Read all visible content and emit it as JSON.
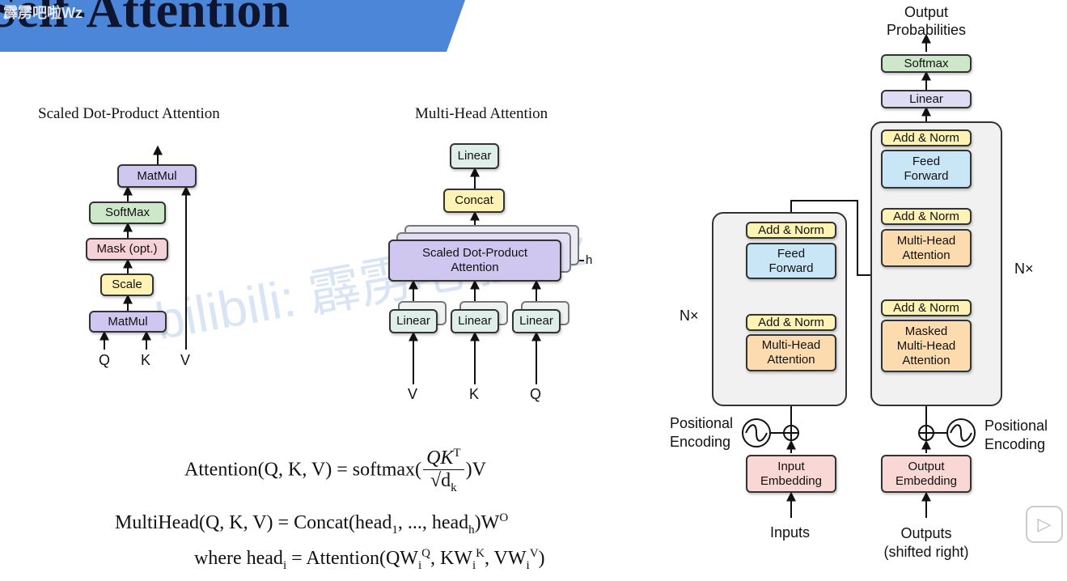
{
  "slide": {
    "title": "Self-Attention",
    "uploader": "霹雳吧啦Wz",
    "watermark": "bilibili: 霹雳吧啦Wz"
  },
  "sdpa": {
    "title": "Scaled Dot-Product Attention",
    "matmul_top": "MatMul",
    "softmax": "SoftMax",
    "mask": "Mask (opt.)",
    "scale": "Scale",
    "matmul_bottom": "MatMul",
    "input_q": "Q",
    "input_k": "K",
    "input_v": "V"
  },
  "mha": {
    "title": "Multi-Head Attention",
    "linear_top": "Linear",
    "concat": "Concat",
    "sdpa_line1": "Scaled Dot-Product",
    "sdpa_line2": "Attention",
    "h_label": "h",
    "linear_v": "Linear",
    "linear_k": "Linear",
    "linear_q": "Linear",
    "input_v": "V",
    "input_k": "K",
    "input_q": "Q"
  },
  "transformer": {
    "output_probs_line1": "Output",
    "output_probs_line2": "Probabilities",
    "softmax": "Softmax",
    "linear": "Linear",
    "enc_addnorm_top": "Add & Norm",
    "enc_ff_line1": "Feed",
    "enc_ff_line2": "Forward",
    "enc_addnorm_bottom": "Add & Norm",
    "enc_mha_line1": "Multi-Head",
    "enc_mha_line2": "Attention",
    "enc_nx": "N×",
    "dec_addnorm_top": "Add & Norm",
    "dec_ff_line1": "Feed",
    "dec_ff_line2": "Forward",
    "dec_addnorm_mid": "Add & Norm",
    "dec_mha_line1": "Multi-Head",
    "dec_mha_line2": "Attention",
    "dec_addnorm_bottom": "Add & Norm",
    "dec_masked_line1": "Masked",
    "dec_masked_line2": "Multi-Head",
    "dec_masked_line3": "Attention",
    "dec_nx": "N×",
    "pos_enc_left_line1": "Positional",
    "pos_enc_left_line2": "Encoding",
    "pos_enc_right_line1": "Positional",
    "pos_enc_right_line2": "Encoding",
    "input_emb_line1": "Input",
    "input_emb_line2": "Embedding",
    "output_emb_line1": "Output",
    "output_emb_line2": "Embedding",
    "inputs": "Inputs",
    "outputs_line1": "Outputs",
    "outputs_line2": "(shifted right)"
  },
  "formulas": {
    "attention_lhs": "Attention(Q, K, V) = softmax(",
    "attention_num": "QK",
    "attention_num_sup": "T",
    "attention_den": "√d",
    "attention_den_sub": "k",
    "attention_rhs": ")V",
    "multihead": "MultiHead(Q, K, V) = Concat(head",
    "multihead_sub1": "1",
    "multihead_mid": ", ..., head",
    "multihead_subh": "h",
    "multihead_end": ")W",
    "multihead_sup": "O",
    "where_pre": "where head",
    "where_sub": "i",
    "where_mid": " = Attention(QW",
    "where_q_sub": "i",
    "where_q_sup": "Q",
    "where_k": ", KW",
    "where_k_sub": "i",
    "where_k_sup": "K",
    "where_v": ", VW",
    "where_v_sub": "i",
    "where_v_sup": "V",
    "where_end": ")"
  },
  "player": {
    "play_icon": "play-icon"
  }
}
